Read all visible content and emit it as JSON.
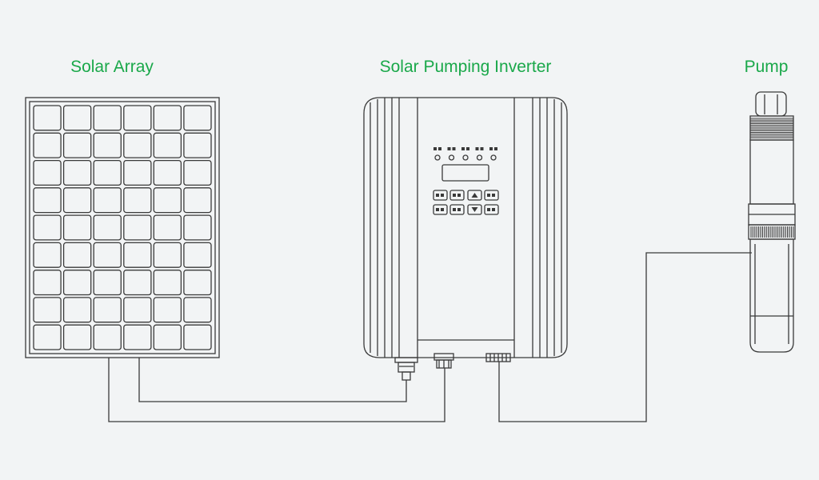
{
  "diagram": {
    "labels": {
      "solar_array": "Solar Array",
      "inverter": "Solar Pumping Inverter",
      "pump": "Pump"
    },
    "colors": {
      "label": "#1aa84a",
      "line": "#3a3a3a",
      "background": "#f2f4f5"
    },
    "solar_array": {
      "rows": 9,
      "cols": 6
    }
  }
}
